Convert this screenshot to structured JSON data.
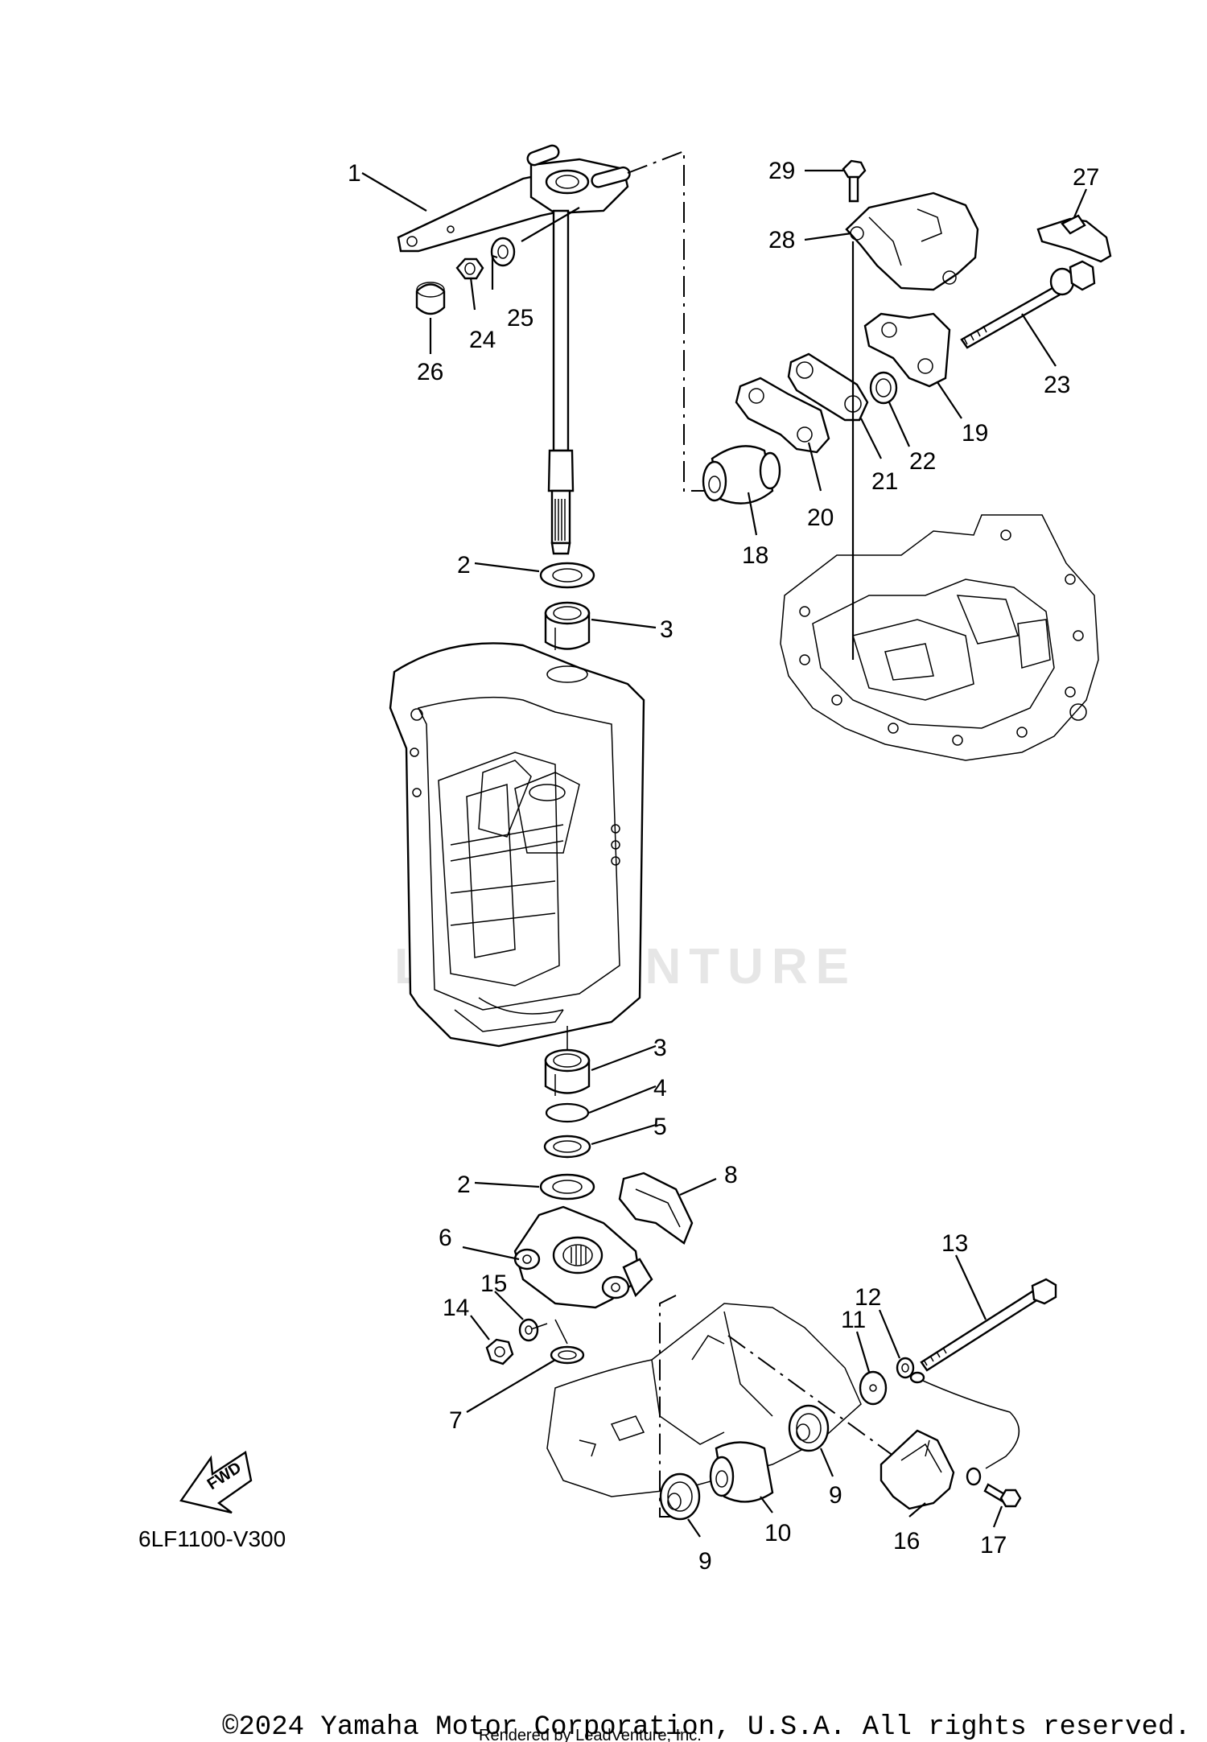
{
  "callouts": {
    "c1": "1",
    "c2a": "2",
    "c2b": "2",
    "c3a": "3",
    "c3b": "3",
    "c4": "4",
    "c5": "5",
    "c6": "6",
    "c7": "7",
    "c8": "8",
    "c9a": "9",
    "c9b": "9",
    "c10": "10",
    "c11": "11",
    "c12": "12",
    "c13": "13",
    "c14": "14",
    "c15": "15",
    "c16": "16",
    "c17": "17",
    "c18": "18",
    "c19": "19",
    "c20": "20",
    "c21": "21",
    "c22": "22",
    "c23": "23",
    "c24": "24",
    "c25": "25",
    "c26": "26",
    "c27": "27",
    "c28": "28",
    "c29": "29"
  },
  "diagram_code": "6LF1100-V300",
  "fwd_label": "FWD",
  "watermark": "LEADVENTURE",
  "copyright": "©2024 Yamaha Motor Corporation, U.S.A. All rights reserved.",
  "rendered_by": "Rendered by LeadVenture, Inc."
}
